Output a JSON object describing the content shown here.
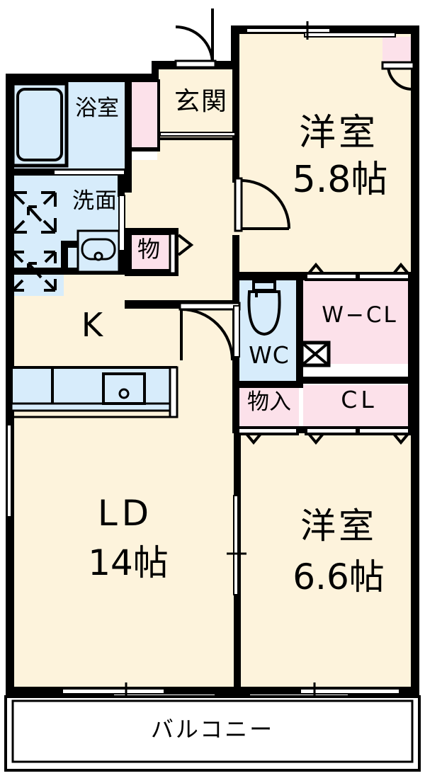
{
  "plan": {
    "type": "japanese-apartment-floor-plan",
    "layout_code": "2LDK",
    "colors": {
      "wall": "#000000",
      "floor_living": "#fdf3dc",
      "water_area": "#d7ecfb",
      "closet_pink": "#fce1ea",
      "closet_pink_light": "#fbe6ef",
      "balcony": "#ffffff",
      "page_background": "#ffffff"
    },
    "rooms": [
      {
        "id": "yoshitsu-58",
        "label_main": "洋室",
        "label_size": "5.8帖",
        "floor": "floor_living"
      },
      {
        "id": "yoshitsu-66",
        "label_main": "洋室",
        "label_size": "6.6帖",
        "floor": "floor_living"
      },
      {
        "id": "ld",
        "label_main": "LD",
        "label_size": "14帖",
        "floor": "floor_living"
      },
      {
        "id": "kitchen",
        "label_main": "K",
        "label_size": "",
        "floor": "floor_living"
      },
      {
        "id": "genkan",
        "label_main": "玄関",
        "label_size": "",
        "floor": "floor_living"
      },
      {
        "id": "yokushitsu",
        "label_main": "浴室",
        "label_size": "",
        "floor": "water_area"
      },
      {
        "id": "senmen",
        "label_main": "洗面",
        "label_size": "",
        "floor": "water_area"
      },
      {
        "id": "wc",
        "label_main": "WC",
        "label_size": "",
        "floor": "water_area"
      },
      {
        "id": "mono",
        "label_main": "物",
        "label_size": "",
        "floor": "closet_pink"
      },
      {
        "id": "monoire",
        "label_main": "物入",
        "label_size": "",
        "floor": "closet_pink"
      },
      {
        "id": "w-cl",
        "label_main": "W−CL",
        "label_size": "",
        "floor": "closet_pink"
      },
      {
        "id": "cl",
        "label_main": "CL",
        "label_size": "",
        "floor": "closet_pink"
      },
      {
        "id": "balcony",
        "label_main": "バルコニー",
        "label_size": "",
        "floor": "balcony"
      }
    ],
    "labels": {
      "yoshitsu_58_name": "洋室",
      "yoshitsu_58_area": "5.8帖",
      "yoshitsu_66_name": "洋室",
      "yoshitsu_66_area": "6.6帖",
      "ld_name": "LD",
      "ld_area": "14帖",
      "kitchen": "K",
      "genkan": "玄関",
      "yokushitsu": "浴室",
      "senmen": "洗面",
      "wc": "WC",
      "mono": "物",
      "monoire": "物入",
      "w_cl": "W−CL",
      "cl": "CL",
      "balcony": "バルコニー"
    },
    "fixtures": [
      {
        "name": "bathtub",
        "in_room": "yokushitsu"
      },
      {
        "name": "washbasin",
        "in_room": "senmen"
      },
      {
        "name": "toilet",
        "in_room": "wc"
      },
      {
        "name": "kitchen-sink",
        "in_room": "kitchen"
      },
      {
        "name": "kitchen-stove",
        "in_room": "kitchen"
      },
      {
        "name": "washer-space",
        "in_room": "senmen"
      },
      {
        "name": "washer-space-2",
        "in_room": "kitchen"
      },
      {
        "name": "meter-box",
        "in_room": "w-cl"
      }
    ],
    "openings": [
      {
        "name": "entrance-door",
        "kind": "swing-door"
      },
      {
        "name": "genkan-hall-door",
        "kind": "sliding"
      },
      {
        "name": "hall-ld-door",
        "kind": "swing-door"
      },
      {
        "name": "bedroom58-door",
        "kind": "swing-door"
      },
      {
        "name": "bedroom58-closet-door",
        "kind": "swing-door"
      },
      {
        "name": "mono-door",
        "kind": "swing-door"
      },
      {
        "name": "bathroom-door",
        "kind": "sliding"
      },
      {
        "name": "wc-door",
        "kind": "sliding"
      },
      {
        "name": "ld-bedroom66-partition",
        "kind": "sliding"
      },
      {
        "name": "balcony-window-ld",
        "kind": "sliding-glass"
      },
      {
        "name": "balcony-window-bed",
        "kind": "sliding-glass"
      },
      {
        "name": "window-north-bed58",
        "kind": "sliding-window"
      },
      {
        "name": "closet-doors-wcl",
        "kind": "folding"
      },
      {
        "name": "closet-doors-cl",
        "kind": "folding"
      }
    ]
  }
}
